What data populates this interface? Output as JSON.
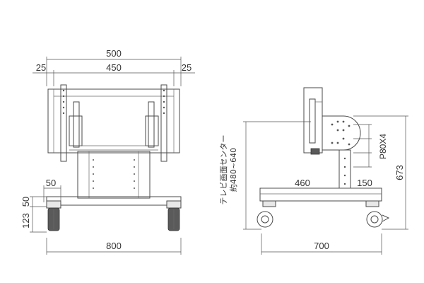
{
  "front_view": {
    "dims": {
      "overall_top": "500",
      "left_margin": "25",
      "inner_width": "450",
      "right_margin": "25",
      "base_width": "800",
      "caster_width": "50",
      "caster_offset": "50",
      "base_height": "123"
    }
  },
  "side_view": {
    "dims": {
      "base_depth": "700",
      "post_offset": "460",
      "post_to_rear": "150",
      "height": "673",
      "vesa": "P80X4",
      "tv_center_line1": "テレビ画面センター",
      "tv_center_line2": "約480~640"
    }
  },
  "colors": {
    "line": "#4a4a4a",
    "fill": "#e8e8e8"
  }
}
